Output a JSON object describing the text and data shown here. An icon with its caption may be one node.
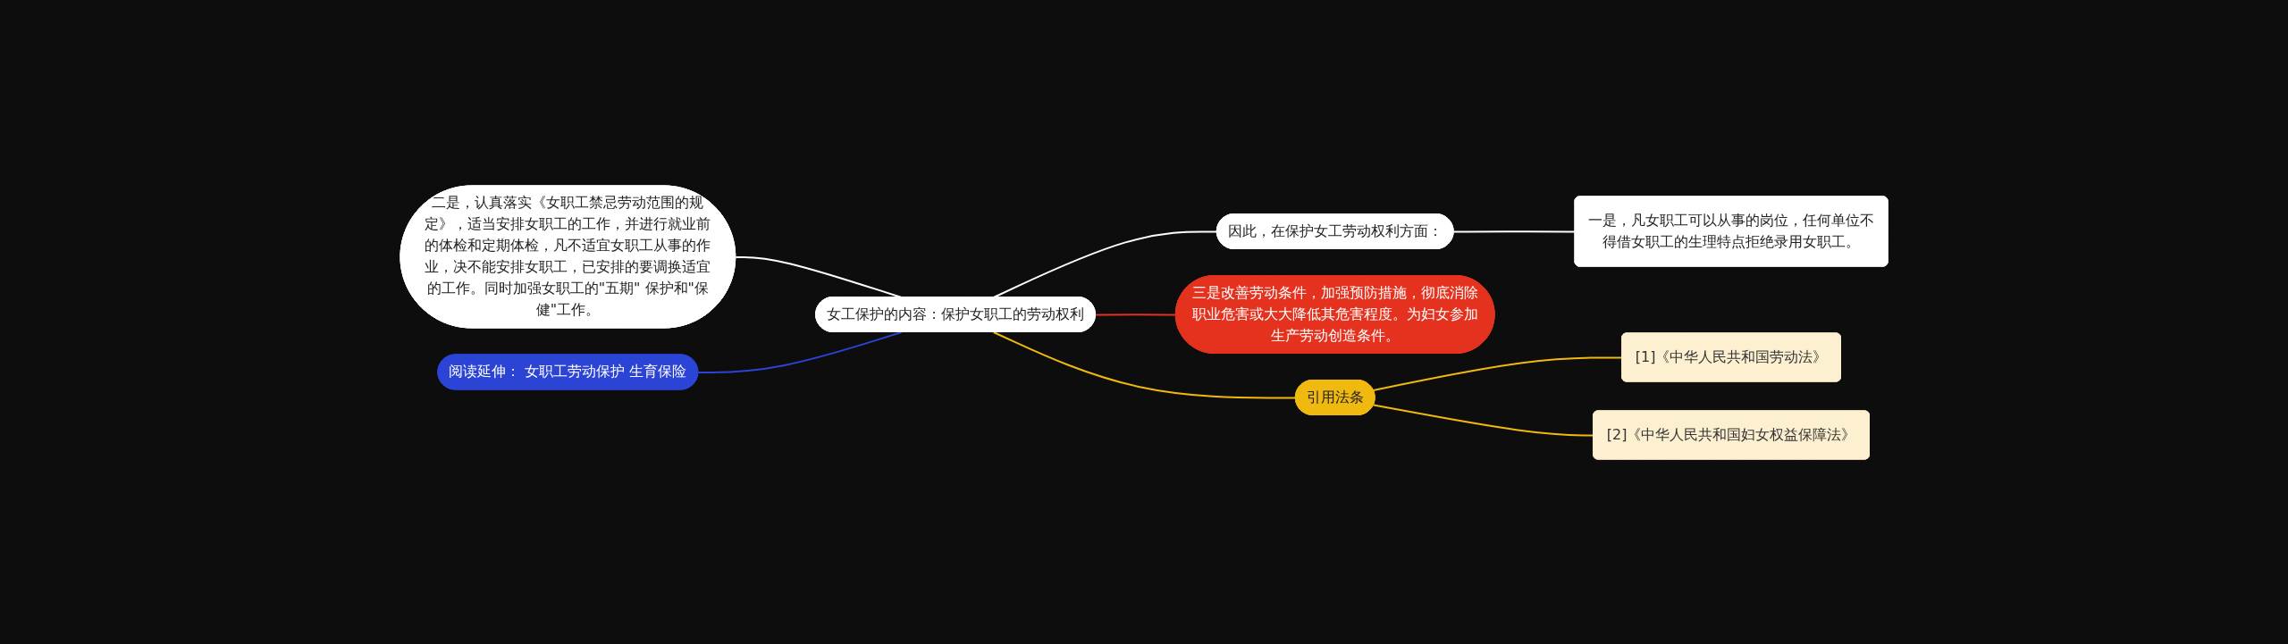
{
  "diagram": {
    "nodes": [
      {
        "text": [
          "女工保护的内容：保护女职工的劳动权利"
        ]
      },
      {
        "text": [
          "因此，在保护女工劳动权利方面："
        ]
      },
      {
        "text": [
          "一是，凡女职工可以从事的岗位，任何单位不得借女职工的生理特点拒绝录用女职工。"
        ]
      },
      {
        "text": [
          "三是改善劳动条件，加强预防措施，彻底消除职业危害或大大降低其危害程度。为妇女参加生产劳动创造条件。"
        ]
      },
      {
        "text": [
          "引用法条"
        ]
      },
      {
        "text": [
          "[1]《中华人民共和国劳动法》"
        ]
      },
      {
        "text": [
          "[2]《中华人民共和国妇女权益保障法》"
        ]
      },
      {
        "text": [
          "二是，认真落实《女职工禁忌劳动范围的规定》，适当安排女职工的工作，并进行就业前的体检和定期体检，凡不适宜女职工从事的作业，决不能安排女职工，已安排的要调换适宜的工作。同时加强女职工的\"五期\" 保护和\"保健\"工作。"
        ]
      },
      {
        "text": [
          "阅读延伸： 女职工劳动保护 生育保险"
        ]
      }
    ],
    "edges": [
      {
        "from": 0,
        "to": 1,
        "arrow": "none"
      },
      {
        "from": 1,
        "to": 2,
        "arrow": "none"
      },
      {
        "from": 0,
        "to": 3,
        "arrow": "none",
        "color": "#e5321f"
      },
      {
        "from": 0,
        "to": 4,
        "arrow": "none",
        "color": "#f0b90f"
      },
      {
        "from": 4,
        "to": 5,
        "arrow": "none",
        "color": "#f0b90f"
      },
      {
        "from": 4,
        "to": 6,
        "arrow": "none",
        "color": "#f0b90f"
      },
      {
        "from": 0,
        "to": 7,
        "arrow": "none"
      },
      {
        "from": 0,
        "to": 8,
        "arrow": "none",
        "color": "#2b44d6"
      }
    ]
  }
}
